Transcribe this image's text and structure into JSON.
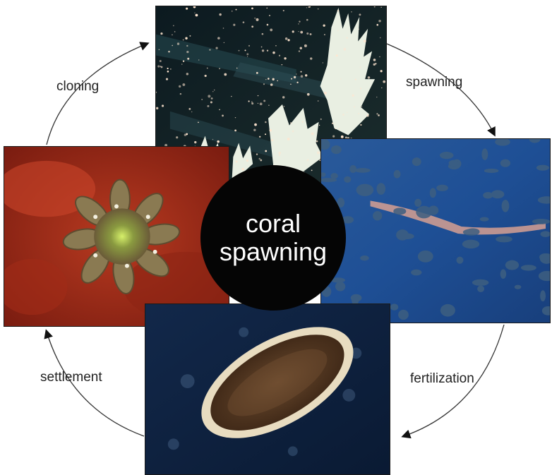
{
  "center": {
    "line1": "coral",
    "line2": "spawning"
  },
  "labels": {
    "cloning": "cloning",
    "spawning": "spawning",
    "fertilization": "fertilization",
    "settlement": "settlement"
  },
  "colors": {
    "background": "#ffffff",
    "center_disc": "#050505",
    "center_text": "#ffffff",
    "arrow": "#111111"
  }
}
